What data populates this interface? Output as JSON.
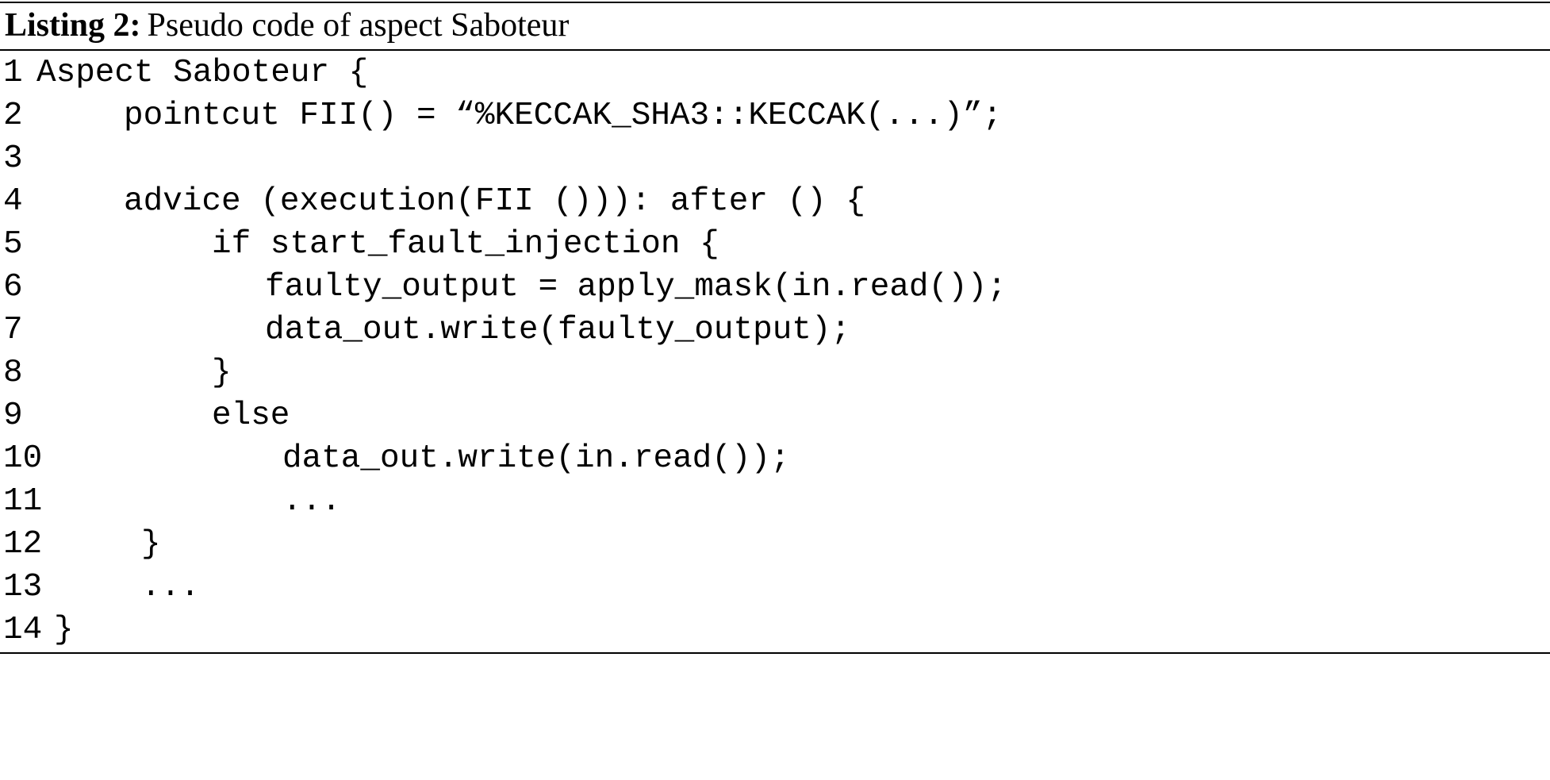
{
  "listing": {
    "caption_label": "Listing 2:",
    "caption_title": "Pseudo code of aspect Saboteur",
    "lines": [
      {
        "num": "1",
        "text": "Aspect Saboteur {"
      },
      {
        "num": "2",
        "text": "pointcut FII() = “%KECCAK_SHA3::KECCAK(...)”;"
      },
      {
        "num": "3",
        "text": ""
      },
      {
        "num": "4",
        "text": "advice (execution(FII ())): after () {"
      },
      {
        "num": "5",
        "text": "if start_fault_injection {"
      },
      {
        "num": "6",
        "text": "faulty_output = apply_mask(in.read());"
      },
      {
        "num": "7",
        "text": "data_out.write(faulty_output);"
      },
      {
        "num": "8",
        "text": "}"
      },
      {
        "num": "9",
        "text": "else"
      },
      {
        "num": "10",
        "text": "data_out.write(in.read());"
      },
      {
        "num": "11",
        "text": "..."
      },
      {
        "num": "12",
        "text": "}"
      },
      {
        "num": "13",
        "text": "..."
      },
      {
        "num": "14",
        "text": "}"
      }
    ]
  }
}
